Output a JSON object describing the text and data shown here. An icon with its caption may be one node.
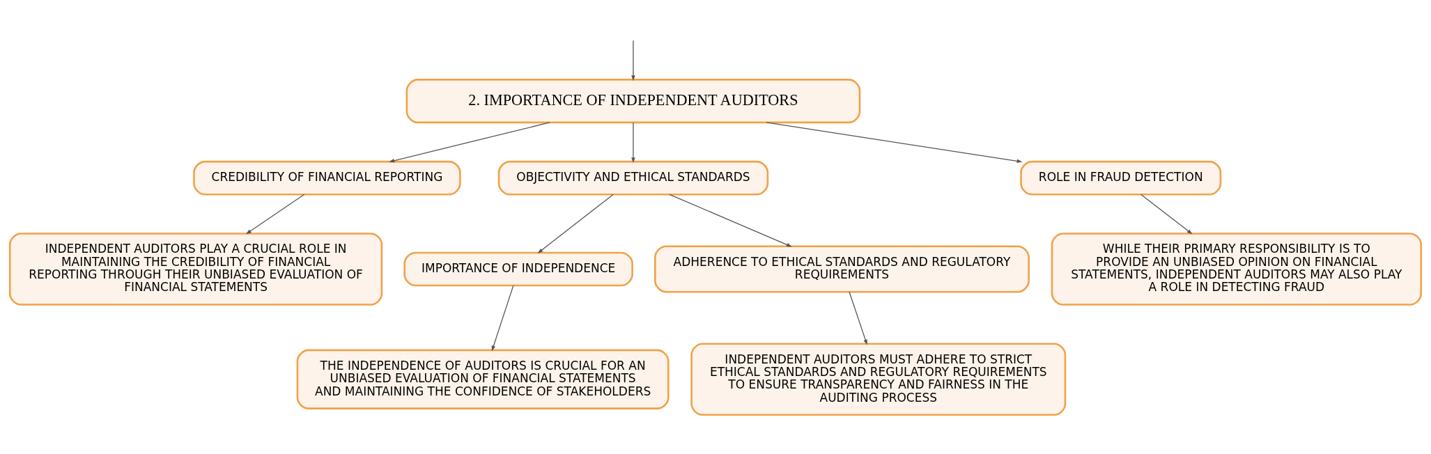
{
  "diagram": {
    "nodes": [
      {
        "text": [
          "2. IMPORTANCE OF INDEPENDENT AUDITORS"
        ]
      },
      {
        "text": [
          "CREDIBILITY OF FINANCIAL REPORTING"
        ]
      },
      {
        "text": [
          "OBJECTIVITY AND ETHICAL STANDARDS"
        ]
      },
      {
        "text": [
          "ROLE IN FRAUD DETECTION"
        ]
      },
      {
        "text": [
          "INDEPENDENT AUDITORS PLAY A CRUCIAL ROLE IN MAINTAINING THE CREDIBILITY OF FINANCIAL REPORTING THROUGH THEIR UNBIASED EVALUATION OF FINANCIAL STATEMENTS"
        ]
      },
      {
        "text": [
          "IMPORTANCE OF INDEPENDENCE"
        ]
      },
      {
        "text": [
          "ADHERENCE TO ETHICAL STANDARDS AND REGULATORY REQUIREMENTS"
        ]
      },
      {
        "text": [
          "WHILE THEIR PRIMARY RESPONSIBILITY IS TO PROVIDE AN UNBIASED OPINION ON FINANCIAL STATEMENTS, INDEPENDENT AUDITORS MAY ALSO PLAY A ROLE IN DETECTING FRAUD"
        ]
      },
      {
        "text": [
          "THE INDEPENDENCE OF AUDITORS IS CRUCIAL FOR AN UNBIASED EVALUATION OF FINANCIAL STATEMENTS AND MAINTAINING THE CONFIDENCE OF STAKEHOLDERS"
        ]
      },
      {
        "text": [
          "INDEPENDENT AUDITORS MUST ADHERE TO STRICT ETHICAL STANDARDS AND REGULATORY REQUIREMENTS TO ENSURE TRANSPARENCY AND FAIRNESS IN THE AUDITING PROCESS"
        ]
      }
    ],
    "edges": [
      {
        "from": null,
        "to": 0,
        "arrow": "to"
      },
      {
        "from": 0,
        "to": 1,
        "arrow": "to"
      },
      {
        "from": 0,
        "to": 2,
        "arrow": "to"
      },
      {
        "from": 0,
        "to": 3,
        "arrow": "to"
      },
      {
        "from": 1,
        "to": 4,
        "arrow": "to"
      },
      {
        "from": 2,
        "to": 5,
        "arrow": "to"
      },
      {
        "from": 2,
        "to": 6,
        "arrow": "to"
      },
      {
        "from": 3,
        "to": 7,
        "arrow": "to"
      },
      {
        "from": 5,
        "to": 8,
        "arrow": "to"
      },
      {
        "from": 6,
        "to": 9,
        "arrow": "to"
      }
    ]
  }
}
